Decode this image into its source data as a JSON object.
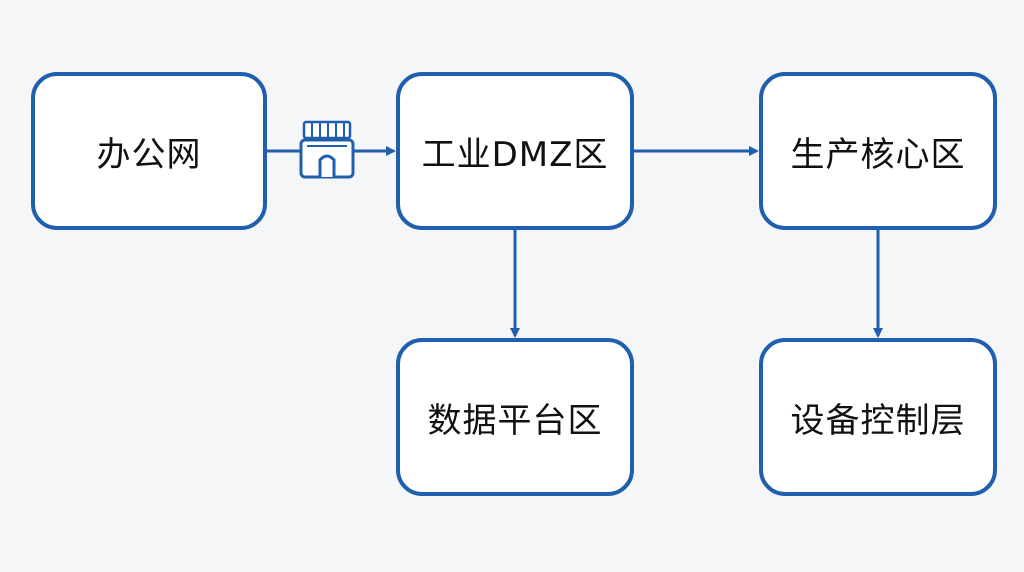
{
  "diagram": {
    "nodes": {
      "office_network": "办公网",
      "industrial_dmz": "工业DMZ区",
      "production_core": "生产核心区",
      "data_platform": "数据平台区",
      "device_control": "设备控制层"
    },
    "edges": [
      {
        "from": "办公网",
        "to": "工业DMZ区",
        "via": "firewall-icon"
      },
      {
        "from": "工业DMZ区",
        "to": "生产核心区"
      },
      {
        "from": "工业DMZ区",
        "to": "数据平台区"
      },
      {
        "from": "生产核心区",
        "to": "设备控制层"
      }
    ],
    "colors": {
      "accent": "#1f5fad",
      "background": "#f5f6f8",
      "node_fill": "#ffffff"
    }
  }
}
